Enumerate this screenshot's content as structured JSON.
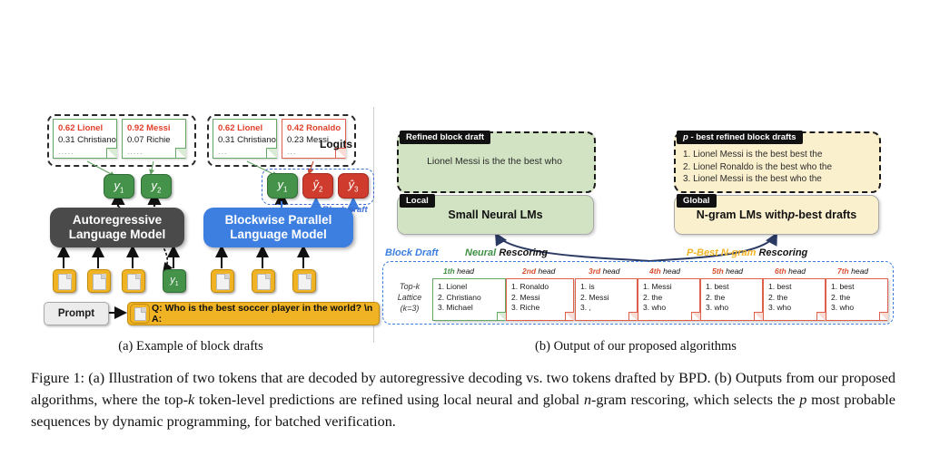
{
  "figure": {
    "label": "Figure 1",
    "subcaption_a": "(a) Example of block drafts",
    "subcaption_b": "(b) Output of our proposed algorithms",
    "caption_line1": "Figure 1: (a) Illustration of two tokens that are decoded by autoregressive decoding vs. two tokens",
    "caption_line2_pre": "drafted by BPD. (b) Outputs from our proposed algorithms, where the top-",
    "caption_line2_italic": "k",
    "caption_line2_post": " token-level predictions",
    "caption_line3_pre": "are refined using local neural and global ",
    "caption_line3_italic": "n",
    "caption_line3_post": "-gram rescoring, which selects the ",
    "caption_line3_italic2": "p",
    "caption_line3_post2": " most probable",
    "caption_line4": "sequences by dynamic programming, for batched verification."
  },
  "panel_a": {
    "logits_label": "Logits",
    "block_draft_label": "Block draft",
    "autoregressive_model": "Autoregressive\nLanguage Model",
    "autoregressive_model_l1": "Autoregressive",
    "autoregressive_model_l2": "Language Model",
    "blockwise_model_l1": "Blockwise Parallel",
    "blockwise_model_l2": "Language Model",
    "prompt_label": "Prompt",
    "prompt_text": "Q: Who is the best soccer player in the world? \\n A:",
    "logit_notes": [
      {
        "color": "green",
        "top": "0.62 Lionel",
        "second": "0.31 Christiano",
        "dots": "....."
      },
      {
        "color": "green",
        "top": "0.92 Messi",
        "second": "0.07 Richie",
        "dots": "....."
      },
      {
        "color": "green",
        "top": "0.62 Lionel",
        "second": "0.31 Christiano",
        "dots": "..."
      },
      {
        "color": "red",
        "top": "0.42 Ronaldo",
        "second": "0.23 Messi",
        "dots": "..."
      }
    ],
    "tokens_ar": [
      {
        "base": "y",
        "sub": "1",
        "color": "green"
      },
      {
        "base": "y",
        "sub": "2",
        "color": "green"
      }
    ],
    "tokens_bpd": [
      {
        "base": "y",
        "sub": "1",
        "color": "green"
      },
      {
        "base": "ŷ",
        "sub": "2",
        "color": "red"
      },
      {
        "base": "ŷ",
        "sub": "3",
        "color": "red"
      }
    ],
    "ar_input_tokens": [
      "doc",
      "doc",
      "doc",
      "y1"
    ],
    "bpd_input_tokens": [
      "doc",
      "doc",
      "doc"
    ]
  },
  "panel_b": {
    "refined_tag": "Refined block draft",
    "refined_text": "Lionel Messi is the the best who",
    "local_tag": "Local",
    "local_box": "Small Neural LMs",
    "pbest_tag_italic": "p",
    "pbest_tag_rest": " - best refined block drafts",
    "pbest_drafts": [
      "1. Lionel Messi is the best best the",
      "2. Lionel Ronaldo is the best who the",
      "3. Lionel Messi is the best who the"
    ],
    "global_tag": "Global",
    "global_box_pre": "N-gram LMs with ",
    "global_box_italic": "p",
    "global_box_post": "-best drafts",
    "stage_labels": {
      "block_draft": "Block Draft",
      "neural_pre": "Neural",
      "neural_post": "Rescoring",
      "ngram_pre": "P-Best N-gram",
      "ngram_post": "Rescoring"
    },
    "topk_lattice": [
      "Top-k",
      "Lattice",
      "(k=3)"
    ],
    "heads": [
      {
        "label_num": "1th",
        "label_rest": " head",
        "color": "green",
        "items": [
          "1. Lionel",
          "2. Christiano",
          "3. Michael"
        ]
      },
      {
        "label_num": "2nd",
        "label_rest": " head",
        "color": "red",
        "items": [
          "1. Ronaldo",
          "2. Messi",
          "3. Riche"
        ]
      },
      {
        "label_num": "3rd",
        "label_rest": " head",
        "color": "red",
        "items": [
          "1. is",
          "2. Messi",
          "3. ,"
        ]
      },
      {
        "label_num": "4th",
        "label_rest": " head",
        "color": "red",
        "items": [
          "1. Messi",
          "2. the",
          "3. who"
        ]
      },
      {
        "label_num": "5th",
        "label_rest": " head",
        "color": "red",
        "items": [
          "1. best",
          "2. the",
          "3. who"
        ]
      },
      {
        "label_num": "6th",
        "label_rest": " head",
        "color": "red",
        "items": [
          "1. best",
          "2. the",
          "3. who"
        ]
      },
      {
        "label_num": "7th",
        "label_rest": " head",
        "color": "red",
        "items": [
          "1. best",
          "2. the",
          "3. who"
        ]
      }
    ]
  },
  "colors": {
    "green_fill": "#45924a",
    "red_fill": "#cf3b2d",
    "blue_model": "#3d7fe0",
    "gray_model": "#4a4a4a",
    "yellow_token": "#f0b323",
    "green_panel": "#d2e3c3",
    "cream_panel": "#fbf0cd",
    "highlight_red_text": "#e0402a",
    "blue_accent": "#3d6fd6",
    "orange_accent": "#f0b323"
  }
}
